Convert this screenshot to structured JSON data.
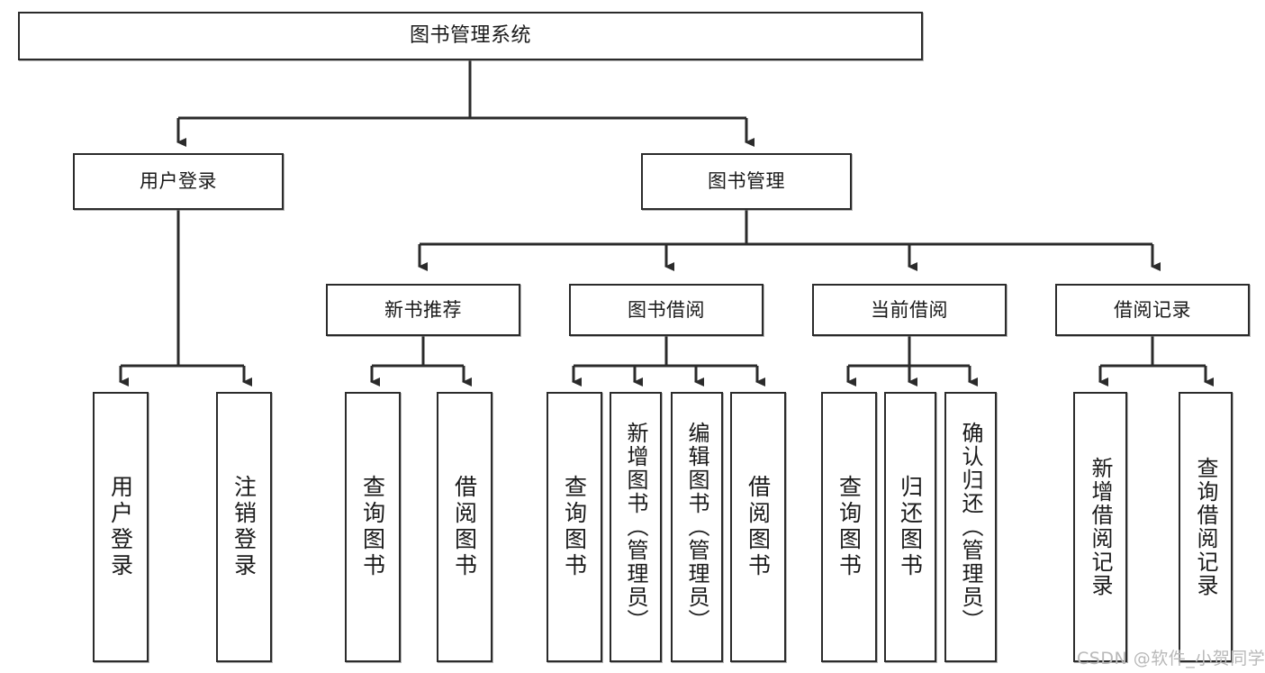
{
  "diagram": {
    "type": "hierarchy-tree",
    "title": "图书管理系统",
    "orientation": "top-down",
    "colors": {
      "box_border": "#2b2b2b",
      "box_fill": "#ffffff",
      "edge": "#2b2b2b",
      "text": "#1a1a1a",
      "watermark": "#b9b9b9",
      "background": "#ffffff"
    },
    "levels": {
      "root": "图书管理系统",
      "level2": [
        "用户登录",
        "图书管理"
      ],
      "level3": [
        "新书推荐",
        "图书借阅",
        "当前借阅",
        "借阅记录"
      ],
      "level4": [
        "用户登录",
        "注销登录",
        "查询图书",
        "借阅图书",
        "查询图书",
        "新增图书（管理员）",
        "编辑图书（管理员）",
        "借阅图书",
        "查询图书",
        "归还图书",
        "确认归还（管理员）",
        "新增借阅记录",
        "查询借阅记录"
      ]
    },
    "nodes": {
      "root": {
        "label": "图书管理系统"
      },
      "user_login": {
        "label": "用户登录"
      },
      "book_manage": {
        "label": "图书管理"
      },
      "new_book_rec": {
        "label": "新书推荐"
      },
      "book_borrow": {
        "label": "图书借阅"
      },
      "current_borrow": {
        "label": "当前借阅"
      },
      "borrow_record": {
        "label": "借阅记录"
      },
      "leaf_user_login": {
        "label": "用户登录"
      },
      "leaf_logout": {
        "label": "注销登录"
      },
      "leaf_query_book_a": {
        "label": "查询图书"
      },
      "leaf_borrow_book_a": {
        "label": "借阅图书"
      },
      "leaf_query_book_b": {
        "label": "查询图书"
      },
      "leaf_add_book": {
        "label": "新增图书（管理员）"
      },
      "leaf_edit_book": {
        "label": "编辑图书（管理员）"
      },
      "leaf_borrow_book_b": {
        "label": "借阅图书"
      },
      "leaf_query_book_c": {
        "label": "查询图书"
      },
      "leaf_return_book": {
        "label": "归还图书"
      },
      "leaf_confirm_return": {
        "label": "确认归还（管理员）"
      },
      "leaf_add_record": {
        "label": "新增借阅记录"
      },
      "leaf_query_record": {
        "label": "查询借阅记录"
      }
    },
    "edges": [
      {
        "from": "root",
        "to": "user_login"
      },
      {
        "from": "root",
        "to": "book_manage"
      },
      {
        "from": "user_login",
        "to": "leaf_user_login"
      },
      {
        "from": "user_login",
        "to": "leaf_logout"
      },
      {
        "from": "book_manage",
        "to": "new_book_rec"
      },
      {
        "from": "book_manage",
        "to": "book_borrow"
      },
      {
        "from": "book_manage",
        "to": "current_borrow"
      },
      {
        "from": "book_manage",
        "to": "borrow_record"
      },
      {
        "from": "new_book_rec",
        "to": "leaf_query_book_a"
      },
      {
        "from": "new_book_rec",
        "to": "leaf_borrow_book_a"
      },
      {
        "from": "book_borrow",
        "to": "leaf_query_book_b"
      },
      {
        "from": "book_borrow",
        "to": "leaf_add_book"
      },
      {
        "from": "book_borrow",
        "to": "leaf_edit_book"
      },
      {
        "from": "book_borrow",
        "to": "leaf_borrow_book_b"
      },
      {
        "from": "current_borrow",
        "to": "leaf_query_book_c"
      },
      {
        "from": "current_borrow",
        "to": "leaf_return_book"
      },
      {
        "from": "current_borrow",
        "to": "leaf_confirm_return"
      },
      {
        "from": "borrow_record",
        "to": "leaf_add_record"
      },
      {
        "from": "borrow_record",
        "to": "leaf_query_record"
      }
    ]
  },
  "watermark": {
    "text": "CSDN @软件_小贺同学"
  }
}
